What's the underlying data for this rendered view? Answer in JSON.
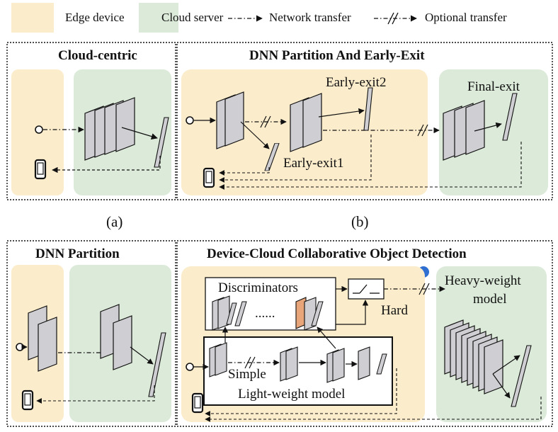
{
  "legend": {
    "edge_device": "Edge device",
    "cloud_server": "Cloud server",
    "network_transfer": "Network transfer",
    "optional_transfer": "Optional transfer"
  },
  "panels": {
    "a": {
      "title": "Cloud-centric",
      "caption": "(a)"
    },
    "b": {
      "title": "DNN Partition And Early-Exit",
      "caption": "(b)",
      "early_exit1": "Early-exit1",
      "early_exit2": "Early-exit2",
      "final_exit": "Final-exit"
    },
    "c": {
      "title": "DNN Partition"
    },
    "d": {
      "title": "Device-Cloud Collaborative  Object Detection",
      "discriminators": "Discriminators",
      "ellipsis": "......",
      "hard": "Hard",
      "simple": "Simple",
      "light_model": "Light-weight  model",
      "heavy_model_line1": "Heavy-weight",
      "heavy_model_line2": "model"
    }
  },
  "colors": {
    "edge": "#fbeccb",
    "cloud": "#dcebd9",
    "layer_fill": "#cfcfd3",
    "highlight_layer": "#e9a57a",
    "marker_dot": "#2f6fd1"
  }
}
